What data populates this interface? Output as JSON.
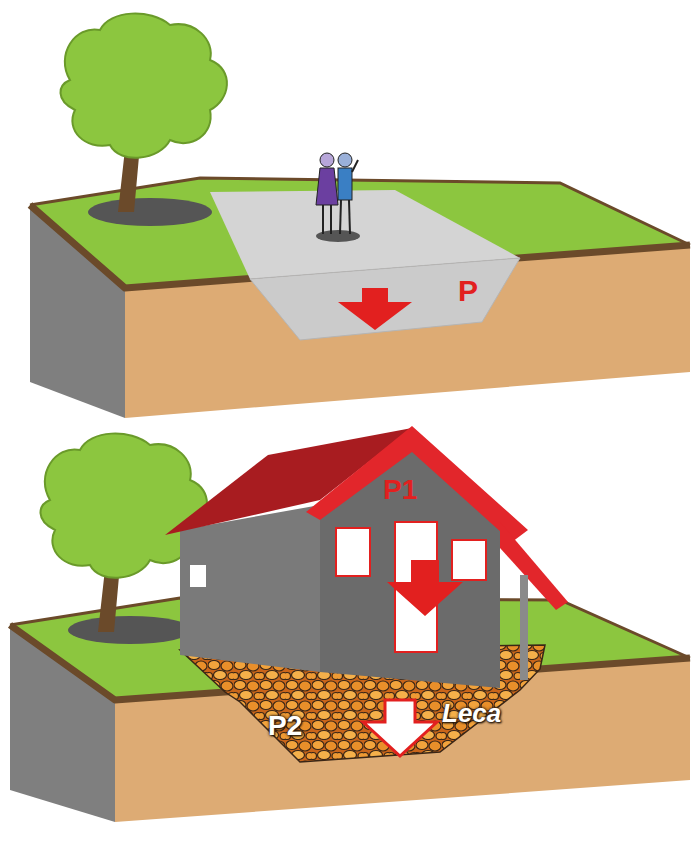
{
  "diagram": {
    "labels": [
      "P",
      "P1",
      "P2",
      "Leca"
    ]
  }
}
